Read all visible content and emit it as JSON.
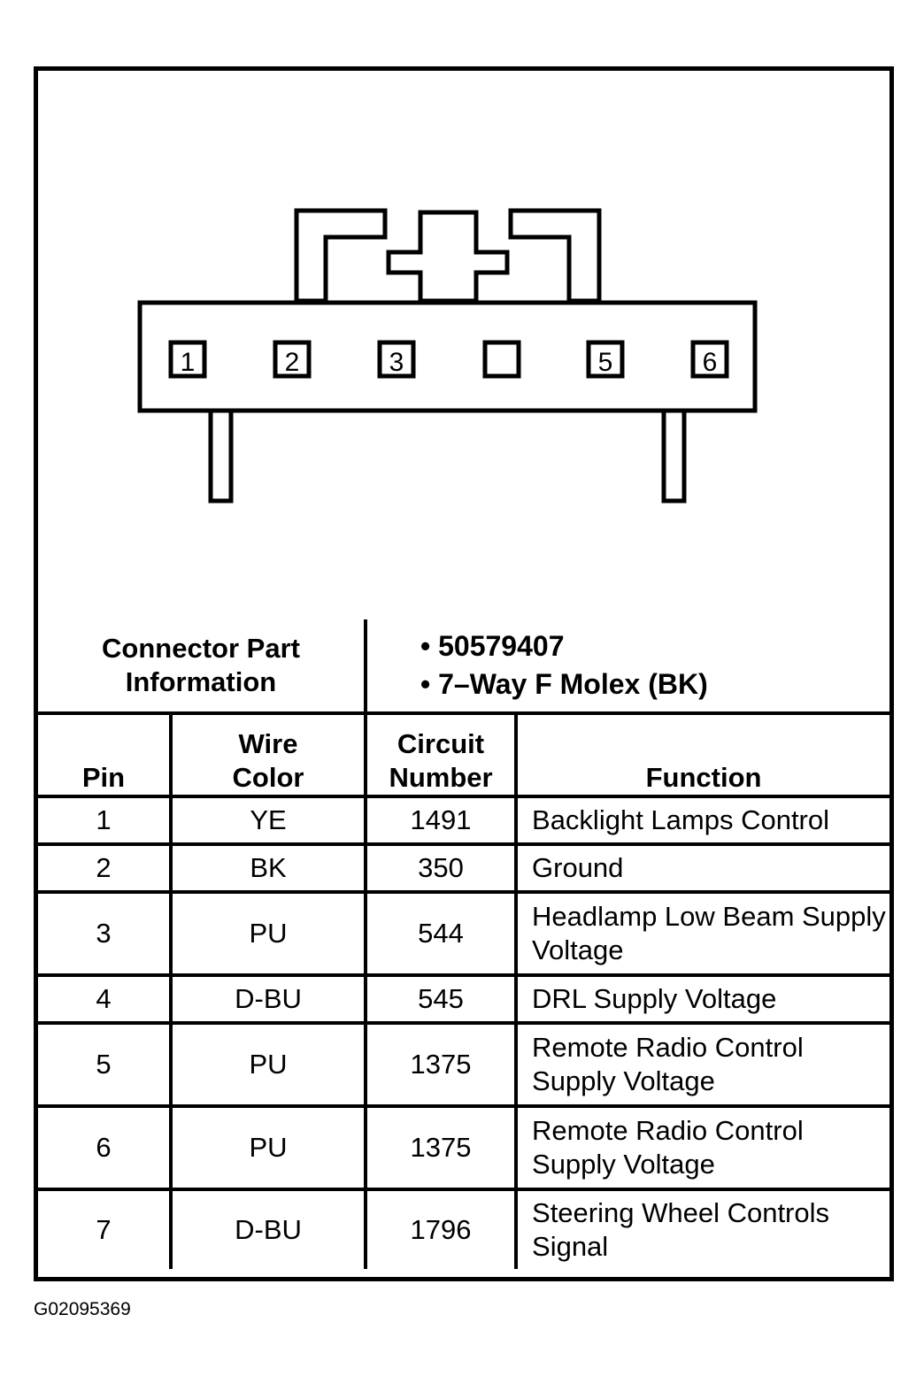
{
  "connector": {
    "cavity_labels": [
      "1",
      "2",
      "3",
      "",
      "5",
      "6"
    ]
  },
  "part_info": {
    "label": "Connector Part Information",
    "items": [
      "• 50579407",
      "• 7–Way F Molex (BK)"
    ]
  },
  "table": {
    "headers": {
      "pin": "Pin",
      "wire_color": "Wire Color",
      "circuit_number": "Circuit Number",
      "function": "Function"
    },
    "rows": [
      {
        "pin": "1",
        "wire": "YE",
        "circuit": "1491",
        "function": "Backlight Lamps Control"
      },
      {
        "pin": "2",
        "wire": "BK",
        "circuit": "350",
        "function": "Ground"
      },
      {
        "pin": "3",
        "wire": "PU",
        "circuit": "544",
        "function": "Headlamp Low Beam Supply Voltage"
      },
      {
        "pin": "4",
        "wire": "D-BU",
        "circuit": "545",
        "function": "DRL Supply Voltage"
      },
      {
        "pin": "5",
        "wire": "PU",
        "circuit": "1375",
        "function": "Remote Radio Control Supply Voltage"
      },
      {
        "pin": "6",
        "wire": "PU",
        "circuit": "1375",
        "function": "Remote Radio Control Supply Voltage"
      },
      {
        "pin": "7",
        "wire": "D-BU",
        "circuit": "1796",
        "function": "Steering Wheel Controls Signal"
      }
    ]
  },
  "figure_id": "G02095369"
}
